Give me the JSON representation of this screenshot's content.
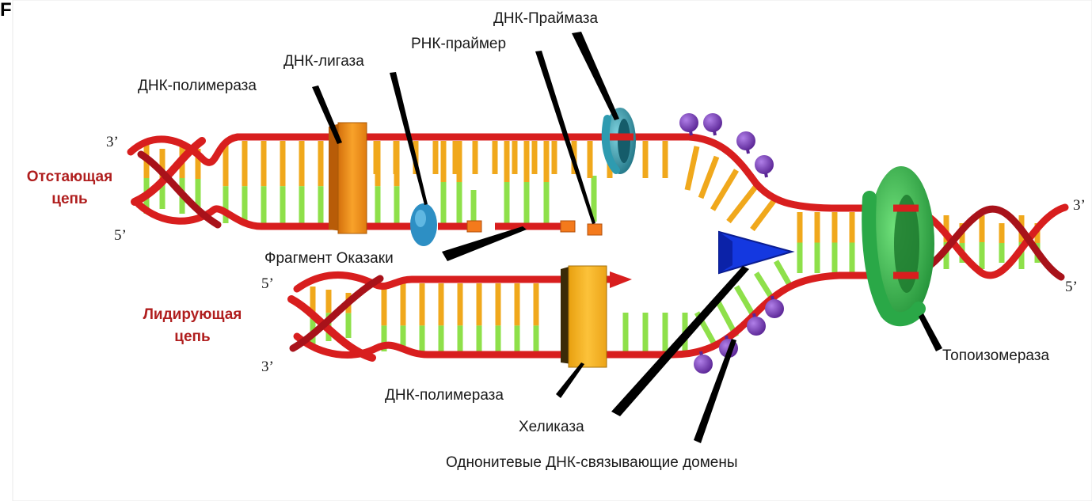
{
  "corner_letter": "F",
  "labels": {
    "dna_primase": "ДНК-Праймаза",
    "rna_primer": "РНК-праймер",
    "dna_ligase": "ДНК-лигаза",
    "dna_polymerase_top": "ДНК-полимераза",
    "okazaki_fragment": "Фрагмент Оказаки",
    "dna_polymerase_bottom": "ДНК-полимераза",
    "helicase": "Хеликаза",
    "ssb": "Однонитевые ДНК-связывающие домены",
    "topoisomerase": "Топоизомераза"
  },
  "strands": {
    "lagging_line1": "Отстающая",
    "lagging_line2": "цепь",
    "leading_line1": "Лидирующая",
    "leading_line2": "цепь"
  },
  "ends": {
    "lag_3": "3’",
    "lag_5": "5’",
    "lead_5": "5’",
    "lead_3": "3’",
    "right_3": "3’",
    "right_5": "5’"
  },
  "colors": {
    "backbone": "#d81e1e",
    "backbone_dark": "#9c1010",
    "base_orange": "#f0a81c",
    "base_green": "#8ee04a",
    "polymerase_top": "#f59a20",
    "polymerase_bottom": "#f9b322",
    "ligase": "#2d8fc4",
    "primase": "#2e9bb0",
    "helicase": "#1438e0",
    "topoisomerase": "#2eb84a",
    "ssb": "#7b3fbf"
  }
}
